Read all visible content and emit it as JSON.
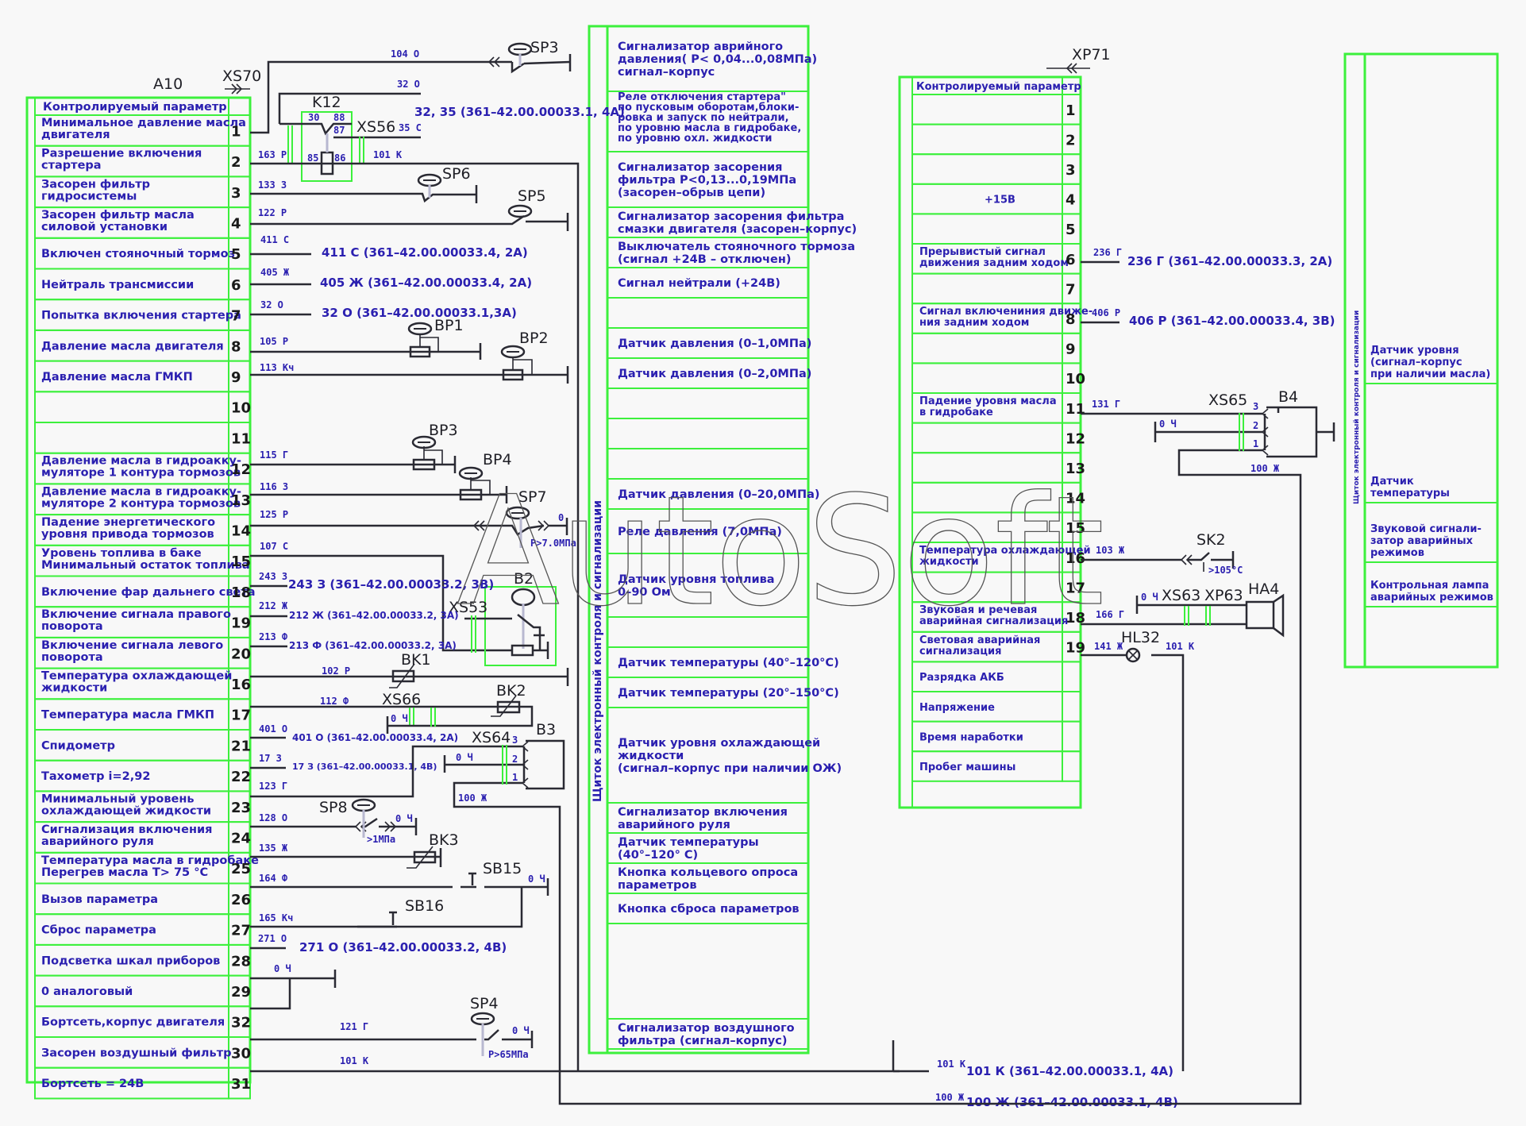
{
  "diagram": {
    "title": "Wiring diagram: electronic control and signalling panel (A10 / XP71)",
    "colors": {
      "frame": "#3cf03c",
      "text": "#2b20b0",
      "wire": "#2a2a33",
      "background": "#f8f8f8"
    },
    "watermark": "AutoSoft"
  },
  "a10": {
    "label": "A10",
    "connector": "XS70",
    "header": "Контролируемый параметр",
    "rows": [
      {
        "pin": "1",
        "lines": [
          "Минимальное давление масла",
          "двигателя"
        ]
      },
      {
        "pin": "2",
        "lines": [
          "Разрешение включения",
          "стартера"
        ]
      },
      {
        "pin": "3",
        "lines": [
          "Засорен фильтр",
          "гидросистемы"
        ]
      },
      {
        "pin": "4",
        "lines": [
          "Засорен фильтр масла",
          "силовой установки"
        ]
      },
      {
        "pin": "5",
        "lines": [
          "Включен стояночный тормоз"
        ]
      },
      {
        "pin": "6",
        "lines": [
          "Нейтраль трансмиссии"
        ]
      },
      {
        "pin": "7",
        "lines": [
          "Попытка включения стартера"
        ]
      },
      {
        "pin": "8",
        "lines": [
          "Давление масла двигателя"
        ]
      },
      {
        "pin": "9",
        "lines": [
          "Давление масла ГМКП"
        ]
      },
      {
        "pin": "10",
        "lines": []
      },
      {
        "pin": "11",
        "lines": []
      },
      {
        "pin": "12",
        "lines": [
          "Давление масла в гидроакку-",
          "муляторе 1 контура тормозов"
        ]
      },
      {
        "pin": "13",
        "lines": [
          "Давление масла в гидроакку-",
          "муляторе 2 контура тормозов"
        ]
      },
      {
        "pin": "14",
        "lines": [
          "Падение энергетического",
          "уровня привода тормозов"
        ]
      },
      {
        "pin": "15",
        "lines": [
          "Уровень топлива в баке",
          "Минимальный остаток топлива"
        ]
      },
      {
        "pin": "18",
        "lines": [
          "Включение фар дальнего света"
        ]
      },
      {
        "pin": "19",
        "lines": [
          "Включение сигнала правого",
          "поворота"
        ]
      },
      {
        "pin": "20",
        "lines": [
          "Включение сигнала левого",
          "поворота"
        ]
      },
      {
        "pin": "16",
        "lines": [
          "Температура охлаждающей",
          "жидкости"
        ]
      },
      {
        "pin": "17",
        "lines": [
          "Температура масла ГМКП"
        ]
      },
      {
        "pin": "21",
        "lines": [
          "Спидометр"
        ]
      },
      {
        "pin": "22",
        "lines": [
          "Тахометр i=2,92"
        ]
      },
      {
        "pin": "23",
        "lines": [
          "Минимальный уровень",
          "охлаждающей жидкости"
        ]
      },
      {
        "pin": "24",
        "lines": [
          "Сигнализация включения",
          "аварийного руля"
        ]
      },
      {
        "pin": "25",
        "lines": [
          "Температура масла в гидробаке",
          "Перегрев масла T> 75 °C"
        ]
      },
      {
        "pin": "26",
        "lines": [
          "Вызов параметра"
        ]
      },
      {
        "pin": "27",
        "lines": [
          "Сброс параметра"
        ]
      },
      {
        "pin": "28",
        "lines": [
          "Подсветка шкал приборов"
        ]
      },
      {
        "pin": "29",
        "lines": [
          "0 аналоговый"
        ]
      },
      {
        "pin": "32",
        "lines": [
          "Бортсеть,корпус двигателя"
        ]
      },
      {
        "pin": "30",
        "lines": [
          "Засорен воздушный фильтр"
        ]
      },
      {
        "pin": "31",
        "lines": [
          "Бортсеть = 24В"
        ]
      }
    ]
  },
  "wires_left": [
    {
      "pin": "1",
      "wire": "104 О"
    },
    {
      "pin": "2",
      "wire": "163 Р"
    },
    {
      "pin": "3",
      "wire": "133 З"
    },
    {
      "pin": "4",
      "wire": "122 Р"
    },
    {
      "pin": "5",
      "wire": "411 С",
      "ref": "411 С (361–42.00.00033.4, 2А)"
    },
    {
      "pin": "6",
      "wire": "405 Ж",
      "ref": "405 Ж (361–42.00.00033.4, 2А)"
    },
    {
      "pin": "7",
      "wire": "32 О",
      "ref": "32 О (361–42.00.00033.1,3А)"
    },
    {
      "pin": "8",
      "wire": "105 Р"
    },
    {
      "pin": "9",
      "wire": "113 Кч"
    },
    {
      "pin": "12",
      "wire": "115 Г"
    },
    {
      "pin": "13",
      "wire": "116 З"
    },
    {
      "pin": "14",
      "wire": "125 Р"
    },
    {
      "pin": "15",
      "wire": "107 С"
    },
    {
      "pin": "18",
      "wire": "243 З",
      "ref": "243 З (361–42.00.00033.2, 3В)"
    },
    {
      "pin": "19",
      "wire": "212 Ж",
      "ref": "212 Ж (361–42.00.00033.2, 3А)"
    },
    {
      "pin": "20",
      "wire": "213 Ф",
      "ref": "213 Ф (361–42.00.00033.2, 3А)"
    },
    {
      "pin": "16",
      "wire": "102 Р"
    },
    {
      "pin": "17",
      "wire": "112 Ф"
    },
    {
      "pin": "21",
      "wire": "401 О",
      "ref": "401 О (361–42.00.00033.4, 2А)"
    },
    {
      "pin": "22",
      "wire": "17 З",
      "ref": "17 З (361–42.00.00033.1, 4В)"
    },
    {
      "pin": "23",
      "wire": "123 Г"
    },
    {
      "pin": "24",
      "wire": "128 О"
    },
    {
      "pin": "25",
      "wire": "135 Ж"
    },
    {
      "pin": "26",
      "wire": "164 Ф"
    },
    {
      "pin": "27",
      "wire": "165 Кч"
    },
    {
      "pin": "28",
      "wire": "271 О",
      "ref": "271 О (361–42.00.00033.2, 4В)"
    },
    {
      "pin": "29",
      "wire": "0 Ч"
    },
    {
      "pin": "30",
      "wire": "121 Г"
    },
    {
      "pin": "31",
      "wire": "101 К"
    }
  ],
  "top_wires": {
    "w32": "32 О",
    "w35": "35 С",
    "w101": "101 К",
    "ref_32_35": "32, 35 (361–42.00.00033.1, 4А)"
  },
  "components": {
    "K12": "K12",
    "XS56": "XS56",
    "SP3": "SP3",
    "SP6": "SP6",
    "SP5": "SP5",
    "BP1": "BP1",
    "BP2": "BP2",
    "BP3": "BP3",
    "BP4": "BP4",
    "SP7": "SP7",
    "B2": "B2",
    "XS53": "XS53",
    "BK1": "BK1",
    "BK2": "BK2",
    "XS66": "XS66",
    "XS64": "XS64",
    "B3": "B3",
    "SP8": "SP8",
    "BK3": "BK3",
    "SB15": "SB15",
    "SB16": "SB16",
    "SP4": "SP4",
    "XS65": "XS65",
    "B4": "B4",
    "SK2": "SK2",
    "XS63": "XS63",
    "XP63": "XP63",
    "HA4": "HA4",
    "HL32": "HL32"
  },
  "relay_pins": {
    "p30": "30",
    "p88": "88",
    "p87": "87",
    "p85": "85",
    "p86": "86"
  },
  "misc_labels": {
    "sp7_cond": "P>7.0МПа",
    "sp8_cond": ">1МПа",
    "sp4_cond": "P>65МПа",
    "sk2_cond": ">105°С",
    "zero": "0",
    "gnd": "0 Ч",
    "w100": "100 Ж",
    "pin3": "3",
    "pin2": "2",
    "pin1": "1"
  },
  "middle_panel": {
    "vertical_title": "Щиток электронный контроля и сигнализации",
    "cells": [
      [
        "Сигнализатор аврийного",
        "давления( P< 0,04...0,08МПа)",
        "сигнал–корпус"
      ],
      [
        "Реле отключения стартера\"",
        "по пусковым оборотам,блоки-",
        "ровка и запуск по нейтрали,",
        "по уровню масла в гидробаке,",
        "по уровню охл. жидкости"
      ],
      [
        "Сигнализатор засорения",
        "фильтра P<0,13...0,19МПа",
        "(засорен–обрыв цепи)"
      ],
      [
        "Сигнализатор засорения фильтра",
        "смазки двигателя (засорен–корпус)"
      ],
      [
        "Выключатель стояночного тормоза",
        "(сигнал +24В – отключен)"
      ],
      [
        "Сигнал нейтрали (+24В)"
      ],
      [],
      [
        "Датчик давления (0–1,0МПа)"
      ],
      [
        "Датчик давления (0–2,0МПа)"
      ],
      [],
      [],
      [],
      [
        "Датчик давления (0–20,0МПа)"
      ],
      [
        "Реле давления (7,0МПа)"
      ],
      [
        "Датчик уровня топлива",
        "0–90 Ом"
      ],
      [],
      [
        "Датчик температуры (40°–120°C)"
      ],
      [
        "Датчик температуры (20°–150°C)"
      ],
      [
        "Датчик уровня охлаждающей",
        "жидкости",
        "(сигнал–корпус при наличии ОЖ)"
      ],
      [
        "Сигнализатор включения",
        "аварийного руля"
      ],
      [
        "Датчик температуры",
        "(40°–120° C)"
      ],
      [
        "Кнопка кольцевого опроса",
        "параметров"
      ],
      [
        "Кнопка сброса параметров"
      ],
      [],
      [
        "Сигнализатор воздушного",
        "фильтра (сигнал–корпус)"
      ]
    ]
  },
  "xp71": {
    "label": "XP71",
    "header": "Контролируемый параметр",
    "rows": [
      {
        "pin": "1",
        "lines": []
      },
      {
        "pin": "2",
        "lines": []
      },
      {
        "pin": "3",
        "lines": []
      },
      {
        "pin": "4",
        "lines": [
          "+15В"
        ]
      },
      {
        "pin": "5",
        "lines": []
      },
      {
        "pin": "6",
        "lines": [
          "Прерывистый сигнал",
          "движения задним ходом"
        ]
      },
      {
        "pin": "7",
        "lines": []
      },
      {
        "pin": "8",
        "lines": [
          "Сигнал включениния движе-",
          "ния задним ходом"
        ]
      },
      {
        "pin": "9",
        "lines": []
      },
      {
        "pin": "10",
        "lines": []
      },
      {
        "pin": "11",
        "lines": [
          "Падение уровня масла",
          "в гидробаке"
        ]
      },
      {
        "pin": "12",
        "lines": []
      },
      {
        "pin": "13",
        "lines": []
      },
      {
        "pin": "14",
        "lines": []
      },
      {
        "pin": "15",
        "lines": []
      },
      {
        "pin": "16",
        "lines": [
          "Температура охлаждающей",
          "жидкости"
        ]
      },
      {
        "pin": "17",
        "lines": []
      },
      {
        "pin": "18",
        "lines": [
          "Звуковая и речевая",
          "аварийная сигнализация"
        ]
      },
      {
        "pin": "19",
        "lines": [
          "Световая аварийная",
          "сигнализация"
        ]
      },
      {
        "pin": "",
        "lines": [
          "Разрядка АКБ"
        ]
      },
      {
        "pin": "",
        "lines": [
          "Напряжение"
        ]
      },
      {
        "pin": "",
        "lines": [
          "Время наработки"
        ]
      },
      {
        "pin": "",
        "lines": [
          "Пробег машины"
        ]
      }
    ]
  },
  "wires_right": [
    {
      "pin": "6",
      "wire": "236 Г",
      "ref": "236 Г (361–42.00.00033.3, 2А)"
    },
    {
      "pin": "8",
      "wire": "406 Р",
      "ref": "406 Р (361–42.00.00033.4, 3В)"
    },
    {
      "pin": "11",
      "wire": "131 Г"
    },
    {
      "pin": "16",
      "wire": "103 Ж"
    },
    {
      "pin": "18",
      "wire": "166 Г"
    },
    {
      "pin": "19",
      "wire": "141 Ж",
      "wire_out": "101 К"
    }
  ],
  "bottom_refs": {
    "w101": "101 К",
    "ref101": "101 К (361–42.00.00033.1, 4А)",
    "w100": "100 Ж",
    "ref100": "100 Ж (361–42.00.00033.1, 4В)"
  },
  "right_panel": {
    "vertical_title": "Щиток электронный контроля и сигнализации",
    "cells": [
      [
        "Датчик уровня",
        "(сигнал–корпус",
        "при наличии масла)"
      ],
      [
        "Датчик",
        "температуры"
      ],
      [
        "Звуковой сигнали-",
        "затор аварийных",
        "режимов"
      ],
      [
        "Контрольная лампа",
        "аварийных режимов"
      ]
    ]
  }
}
